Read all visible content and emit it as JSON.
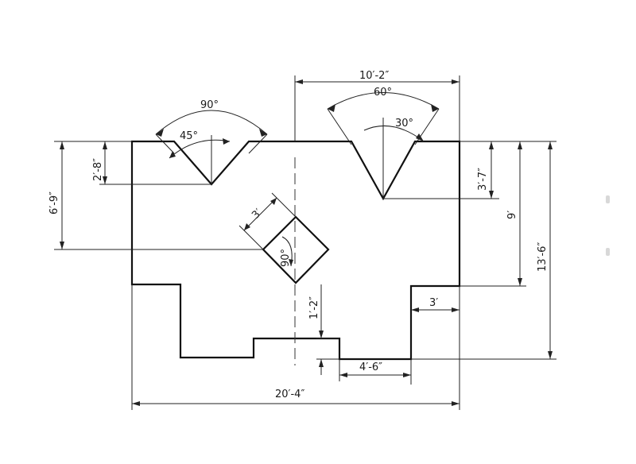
{
  "dimensions": {
    "top_width": "10′-2″",
    "overall_width": "20′-4″",
    "left_height": "6′-9″",
    "left_notch_depth": "2′-8″",
    "right_notch_depth": "3′-7″",
    "right_height": "9′",
    "overall_height": "13′-6″",
    "right_step": "3′",
    "bottom_gap": "4′-6″",
    "center_drop": "1′-2″",
    "square_side": "3′"
  },
  "angles": {
    "left_arc": "90°",
    "left_half": "45°",
    "right_arc": "60°",
    "right_half": "30°",
    "square_corner": "90°"
  }
}
